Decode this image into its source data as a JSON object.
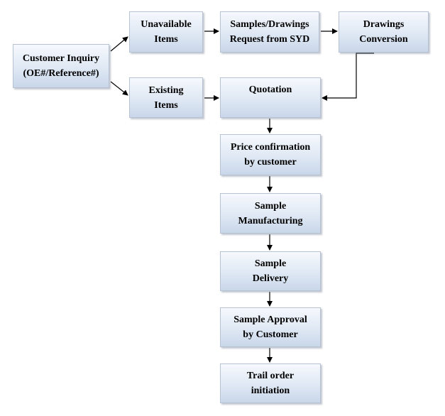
{
  "nodes": {
    "customer_inquiry": {
      "label": "Customer Inquiry\n(OE#/Reference#)"
    },
    "unavailable_items": {
      "label": "Unavailable\nItems"
    },
    "samples_request": {
      "label": "Samples/Drawings\nRequest from SYD"
    },
    "drawings_conversion": {
      "label": "Drawings\nConversion"
    },
    "existing_items": {
      "label": "Existing\nItems"
    },
    "quotation": {
      "label": "Quotation"
    },
    "price_confirmation": {
      "label": "Price confirmation\nby customer"
    },
    "sample_manufacturing": {
      "label": "Sample\nManufacturing"
    },
    "sample_delivery": {
      "label": "Sample\nDelivery"
    },
    "sample_approval": {
      "label": "Sample Approval\nby Customer"
    },
    "trail_order": {
      "label": "Trail order\ninitiation"
    }
  },
  "colors": {
    "box_border": "#b7c3d3",
    "box_fill_top": "#f6f9fd",
    "box_fill_bottom": "#c9d7ea",
    "arrow": "#000000"
  }
}
